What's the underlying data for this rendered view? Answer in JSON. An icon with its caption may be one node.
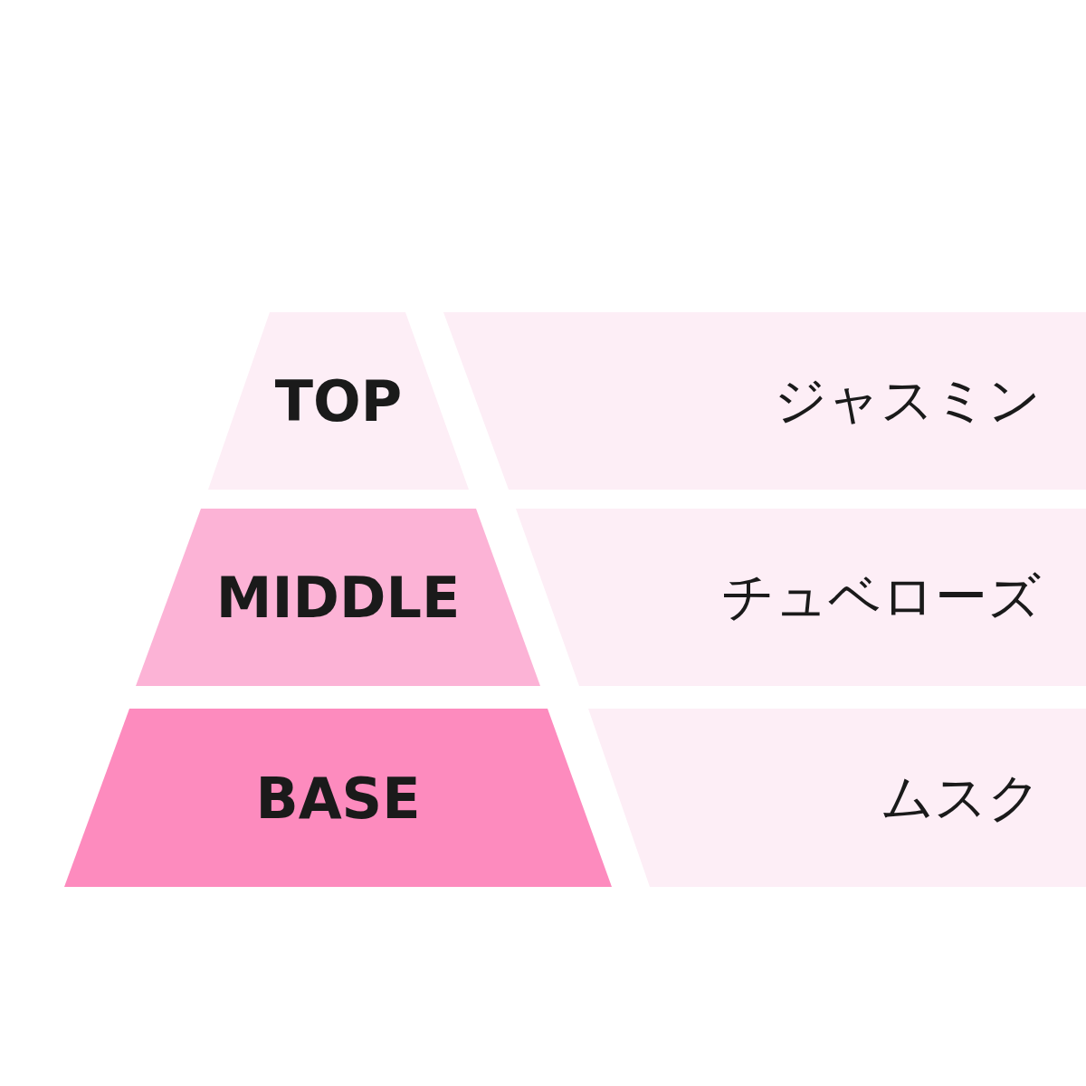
{
  "diagram": {
    "nodes": [
      {
        "text": [
          "TOP"
        ]
      },
      {
        "text": [
          "ジャスミン"
        ]
      },
      {
        "text": [
          "MIDDLE"
        ]
      },
      {
        "text": [
          "チュベローズ"
        ]
      },
      {
        "text": [
          "BASE"
        ]
      },
      {
        "text": [
          "ムスク"
        ]
      }
    ]
  }
}
